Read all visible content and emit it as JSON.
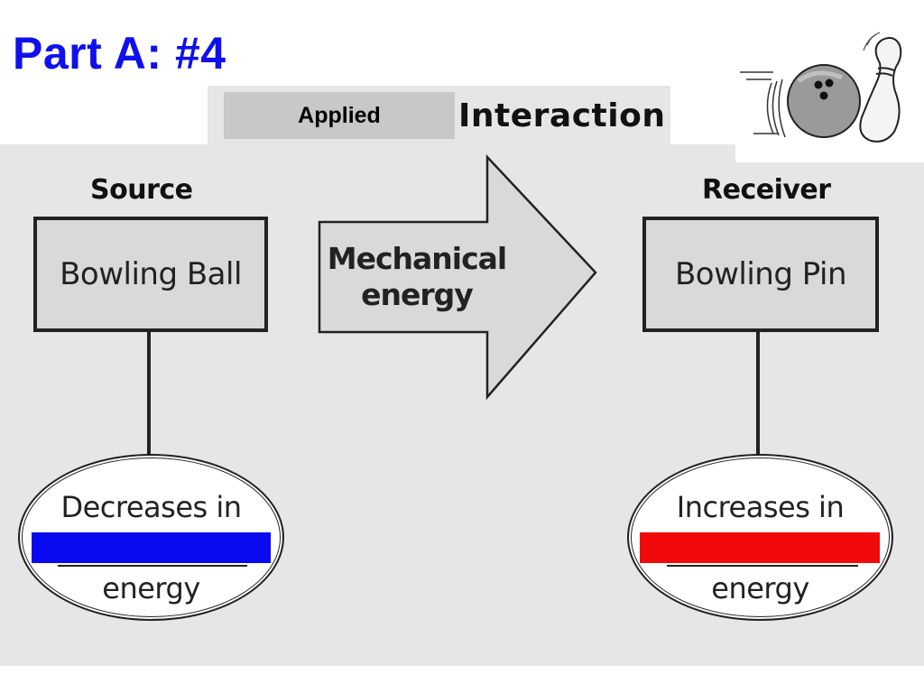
{
  "title": "Part A: #4",
  "header": {
    "applied_label": "Applied",
    "interaction_label": "Interaction"
  },
  "source": {
    "heading": "Source",
    "box_label": "Bowling Ball",
    "oval_top": "Decreases in",
    "oval_bottom": "energy",
    "fill_color": "#0a0af0"
  },
  "arrow": {
    "line1": "Mechanical",
    "line2": "energy"
  },
  "receiver": {
    "heading": "Receiver",
    "box_label": "Bowling Pin",
    "oval_top": "Increases in",
    "oval_bottom": "energy",
    "fill_color": "#f20a0a"
  },
  "colors": {
    "title": "#1010ee",
    "panel": "#e6e6e6"
  },
  "clipart": {
    "icon": "bowling-ball-and-pin-icon"
  }
}
